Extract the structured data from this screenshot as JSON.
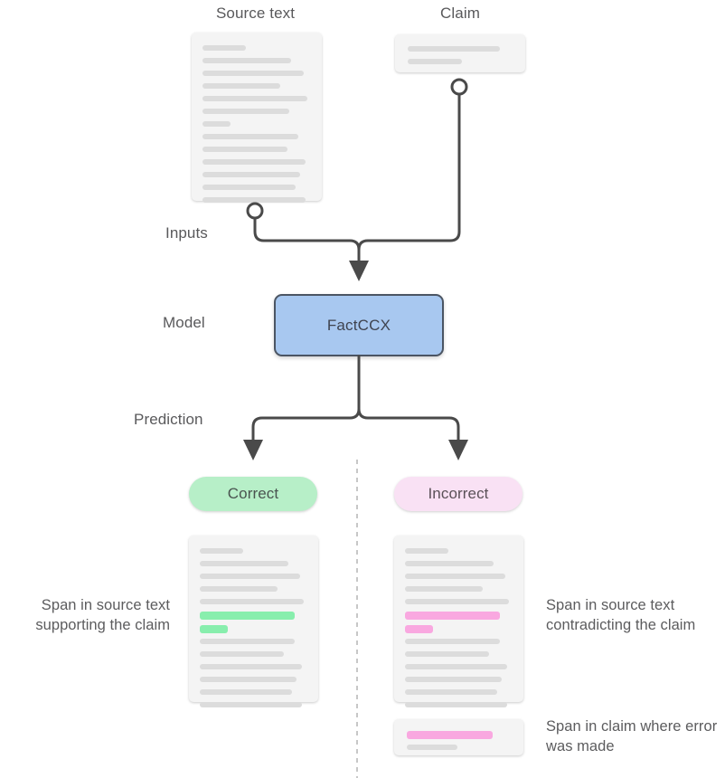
{
  "diagram": {
    "title_source": "Source text",
    "title_claim": "Claim",
    "stage_labels": {
      "inputs": "Inputs",
      "model": "Model",
      "prediction": "Prediction"
    },
    "model_name": "FactCCX",
    "predictions": {
      "correct": "Correct",
      "incorrect": "Incorrect"
    },
    "captions": {
      "left": "Span in source text supporting the claim",
      "right_doc": "Span in source text contradicting the claim",
      "right_claim": "Span in claim where error was made"
    },
    "colors": {
      "model_fill": "#a8c8f0",
      "model_border": "#4b5563",
      "correct_fill": "#b7efc8",
      "incorrect_fill": "#f9e1f4",
      "highlight_green": "#88eead",
      "highlight_pink": "#f9a8e0",
      "paper_fill": "#f4f4f4",
      "text_line": "#dcdcdc",
      "wire": "#4a4a4a",
      "divider": "#b9b9b9",
      "label_text": "#59595b"
    },
    "source_doc_lines": [
      {
        "w": 40,
        "hl": "none"
      },
      {
        "w": 82,
        "hl": "none"
      },
      {
        "w": 93,
        "hl": "none"
      },
      {
        "w": 72,
        "hl": "none"
      },
      {
        "w": 97,
        "hl": "none"
      },
      {
        "w": 80,
        "hl": "none"
      },
      {
        "w": 26,
        "hl": "none"
      },
      {
        "w": 88,
        "hl": "none"
      },
      {
        "w": 78,
        "hl": "none"
      },
      {
        "w": 95,
        "hl": "none"
      },
      {
        "w": 90,
        "hl": "none"
      },
      {
        "w": 86,
        "hl": "none"
      },
      {
        "w": 95,
        "hl": "none"
      }
    ],
    "claim_card_lines": [
      {
        "w": 88,
        "hl": "none"
      },
      {
        "w": 52,
        "hl": "none"
      }
    ],
    "correct_doc_lines": [
      {
        "w": 40,
        "hl": "none"
      },
      {
        "w": 82,
        "hl": "none"
      },
      {
        "w": 93,
        "hl": "none"
      },
      {
        "w": 72,
        "hl": "none"
      },
      {
        "w": 97,
        "hl": "none"
      },
      {
        "w": 88,
        "hl": "green"
      },
      {
        "w": 26,
        "hl": "green"
      },
      {
        "w": 88,
        "hl": "none"
      },
      {
        "w": 78,
        "hl": "none"
      },
      {
        "w": 95,
        "hl": "none"
      },
      {
        "w": 90,
        "hl": "none"
      },
      {
        "w": 86,
        "hl": "none"
      },
      {
        "w": 95,
        "hl": "none"
      }
    ],
    "incorrect_doc_lines": [
      {
        "w": 40,
        "hl": "none"
      },
      {
        "w": 82,
        "hl": "none"
      },
      {
        "w": 93,
        "hl": "none"
      },
      {
        "w": 72,
        "hl": "none"
      },
      {
        "w": 97,
        "hl": "none"
      },
      {
        "w": 88,
        "hl": "pink"
      },
      {
        "w": 26,
        "hl": "pink"
      },
      {
        "w": 88,
        "hl": "none"
      },
      {
        "w": 78,
        "hl": "none"
      },
      {
        "w": 95,
        "hl": "none"
      },
      {
        "w": 90,
        "hl": "none"
      },
      {
        "w": 86,
        "hl": "none"
      },
      {
        "w": 95,
        "hl": "none"
      }
    ],
    "error_claim_lines": [
      {
        "w": 83,
        "hl": "pink"
      },
      {
        "w": 49,
        "hl": "none"
      }
    ]
  }
}
